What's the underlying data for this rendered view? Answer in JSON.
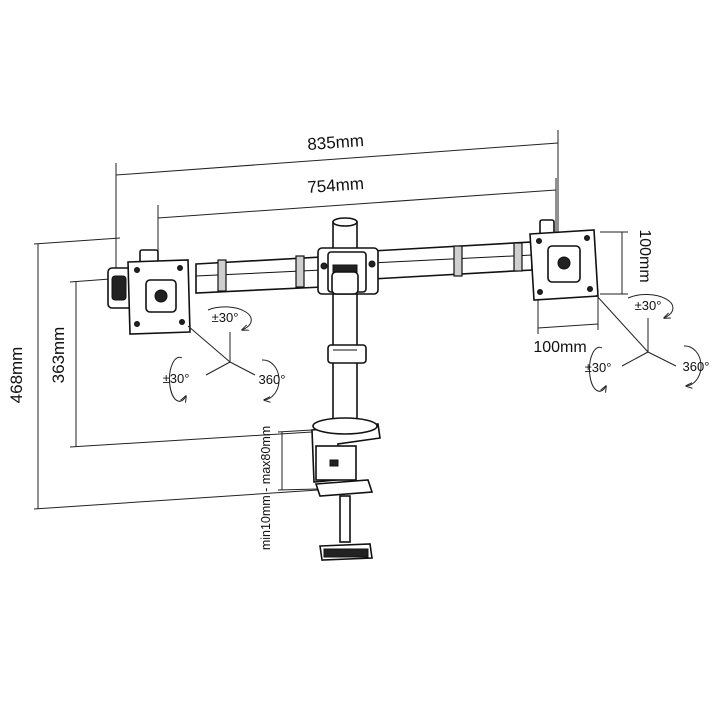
{
  "dimensions": {
    "overall_width": "835mm",
    "vesa_center_width": "754mm",
    "overall_height": "468mm",
    "arm_height": "363mm",
    "vesa_width": "100mm",
    "vesa_height": "100mm",
    "clamp_range": "min10mm - max80mm"
  },
  "rotation": {
    "left": {
      "tilt": "±30°",
      "swivel": "±30°",
      "rotate": "360°"
    },
    "right": {
      "tilt": "±30°",
      "swivel": "±30°",
      "rotate": "360°"
    }
  }
}
